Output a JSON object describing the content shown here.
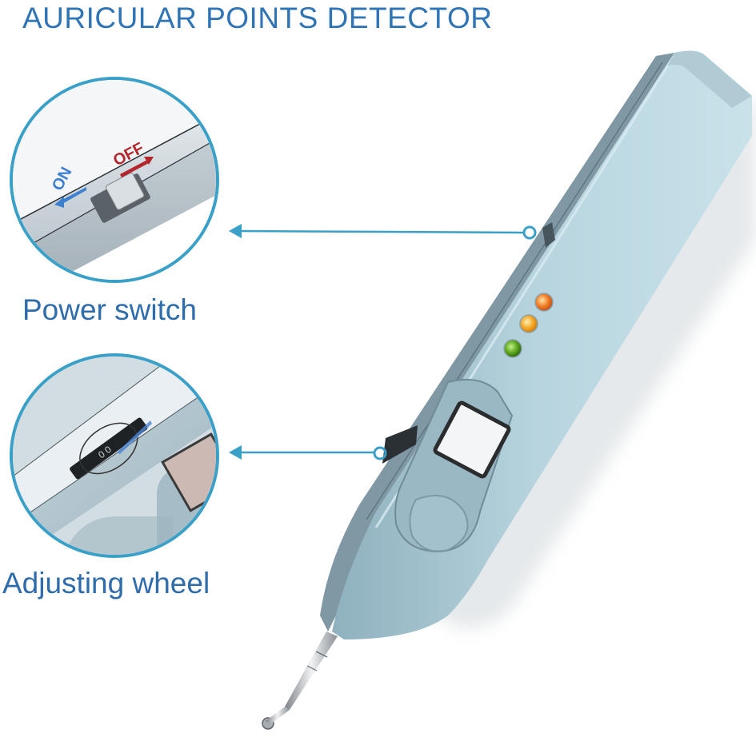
{
  "header": {
    "title": "AURICULAR POINTS DETECTOR"
  },
  "callouts": [
    {
      "label": "Power switch",
      "detail": {
        "on_label": "ON",
        "off_label": "OFF"
      },
      "colors": {
        "on": "#3d7fd0",
        "off": "#b2262c"
      }
    },
    {
      "label": "Adjusting wheel",
      "detail": {
        "wheel_marks": "0 0"
      }
    }
  ],
  "device": {
    "leds": [
      {
        "color": "#f07a20",
        "name": "orange"
      },
      {
        "color": "#f5a623",
        "name": "amber"
      },
      {
        "color": "#5aa51c",
        "name": "green"
      }
    ],
    "body_color": "#a9c9d6",
    "highlight_color": "#c9e2ea"
  },
  "colors": {
    "accent": "#3aa0c8",
    "title": "#2f74b5",
    "caption": "#2f6cab"
  }
}
